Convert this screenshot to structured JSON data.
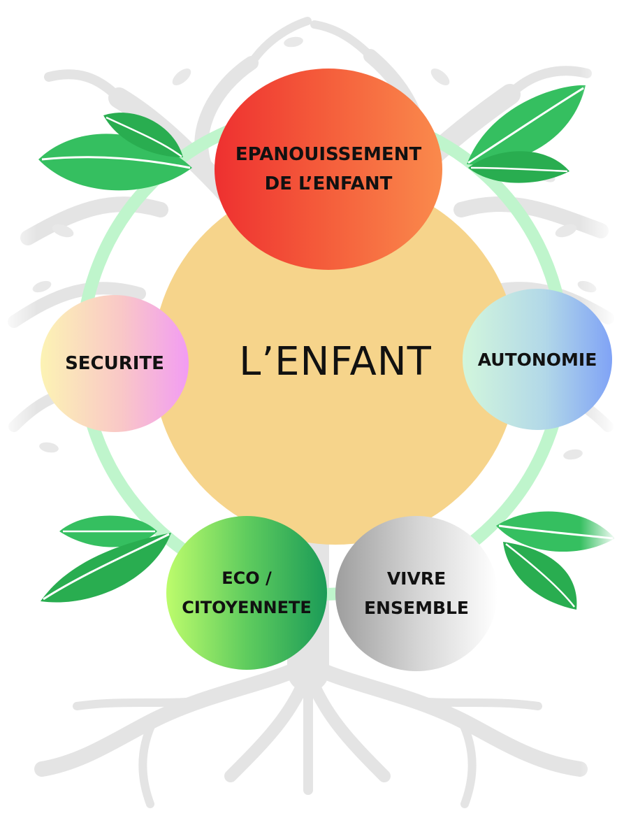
{
  "diagram": {
    "center": {
      "label": "L’ENFANT"
    },
    "nodes": {
      "top": {
        "label": "EPANOUISSEMENT\nDE L’ENFANT"
      },
      "left": {
        "label": "SECURITE"
      },
      "right": {
        "label": "AUTONOMIE"
      },
      "bottom_left": {
        "label": "ECO /\nCITOYENNETE"
      },
      "bottom_right": {
        "label": "VIVRE\nENSEMBLE"
      }
    }
  },
  "colors": {
    "center_fill": "#f6d48b",
    "ring": "#b9f5c8",
    "tree": "#e6e6e6",
    "leaf": "#3cc264",
    "leaf_dark": "#1f9e45",
    "top_gradient": [
      "#f23a32",
      "#f9874a"
    ],
    "left_gradient": [
      "#fbeeb0",
      "#f4a3f0"
    ],
    "right_gradient": [
      "#c9f2dd",
      "#86a8f4"
    ],
    "bottom_left_gradient": [
      "#b6fb6c",
      "#1e9e55"
    ],
    "bottom_right_gradient": [
      "#a9a9a9",
      "#ffffff"
    ]
  },
  "icons": [
    "tree-silhouette-icon",
    "leaf-icon"
  ]
}
